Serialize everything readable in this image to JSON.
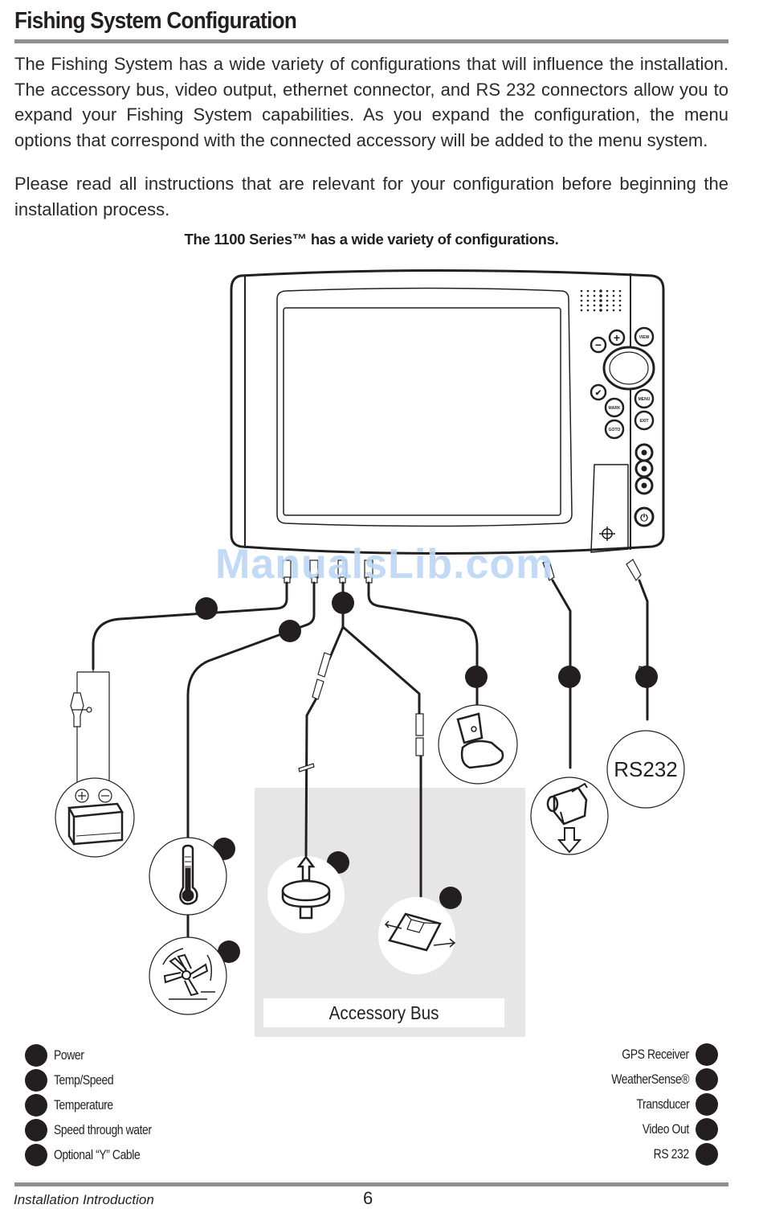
{
  "page": {
    "title": "Fishing System Configuration",
    "paragraphs": [
      "The Fishing System has a wide variety of configurations that will influence the installation. The accessory bus, video output, ethernet connector, and RS 232 connectors allow you to expand your Fishing System capabilities. As you expand the configuration, the menu options that correspond with the connected accessory will be added to the menu system.",
      "Please read all instructions that are relevant for your configuration before beginning the installation process."
    ],
    "figure_caption": "The 1100 Series™ has a wide variety of configurations."
  },
  "diagram": {
    "device_buttons": {
      "plus": "+",
      "minus": "−",
      "view": "VIEW",
      "check": "✔",
      "mark": "MARK",
      "goto": "GOTO",
      "menu": "MENU",
      "exit": "EXIT",
      "power": "⏻"
    },
    "rs232_label": "RS232",
    "accessory_bus_label": "Accessory Bus",
    "battery_plus": "+",
    "battery_minus": "−"
  },
  "legend": {
    "left": [
      {
        "label": "Power"
      },
      {
        "label": "Temp/Speed"
      },
      {
        "label": "Temperature"
      },
      {
        "label": "Speed through water"
      },
      {
        "label": "Optional “Y” Cable"
      }
    ],
    "right": [
      {
        "label": "GPS Receiver"
      },
      {
        "label": "WeatherSense®"
      },
      {
        "label": "Transducer"
      },
      {
        "label": "Video Out"
      },
      {
        "label": "RS 232"
      }
    ]
  },
  "footer": {
    "section": "Installation Introduction",
    "page_number": "6"
  },
  "watermark": "ManualsLib.com"
}
